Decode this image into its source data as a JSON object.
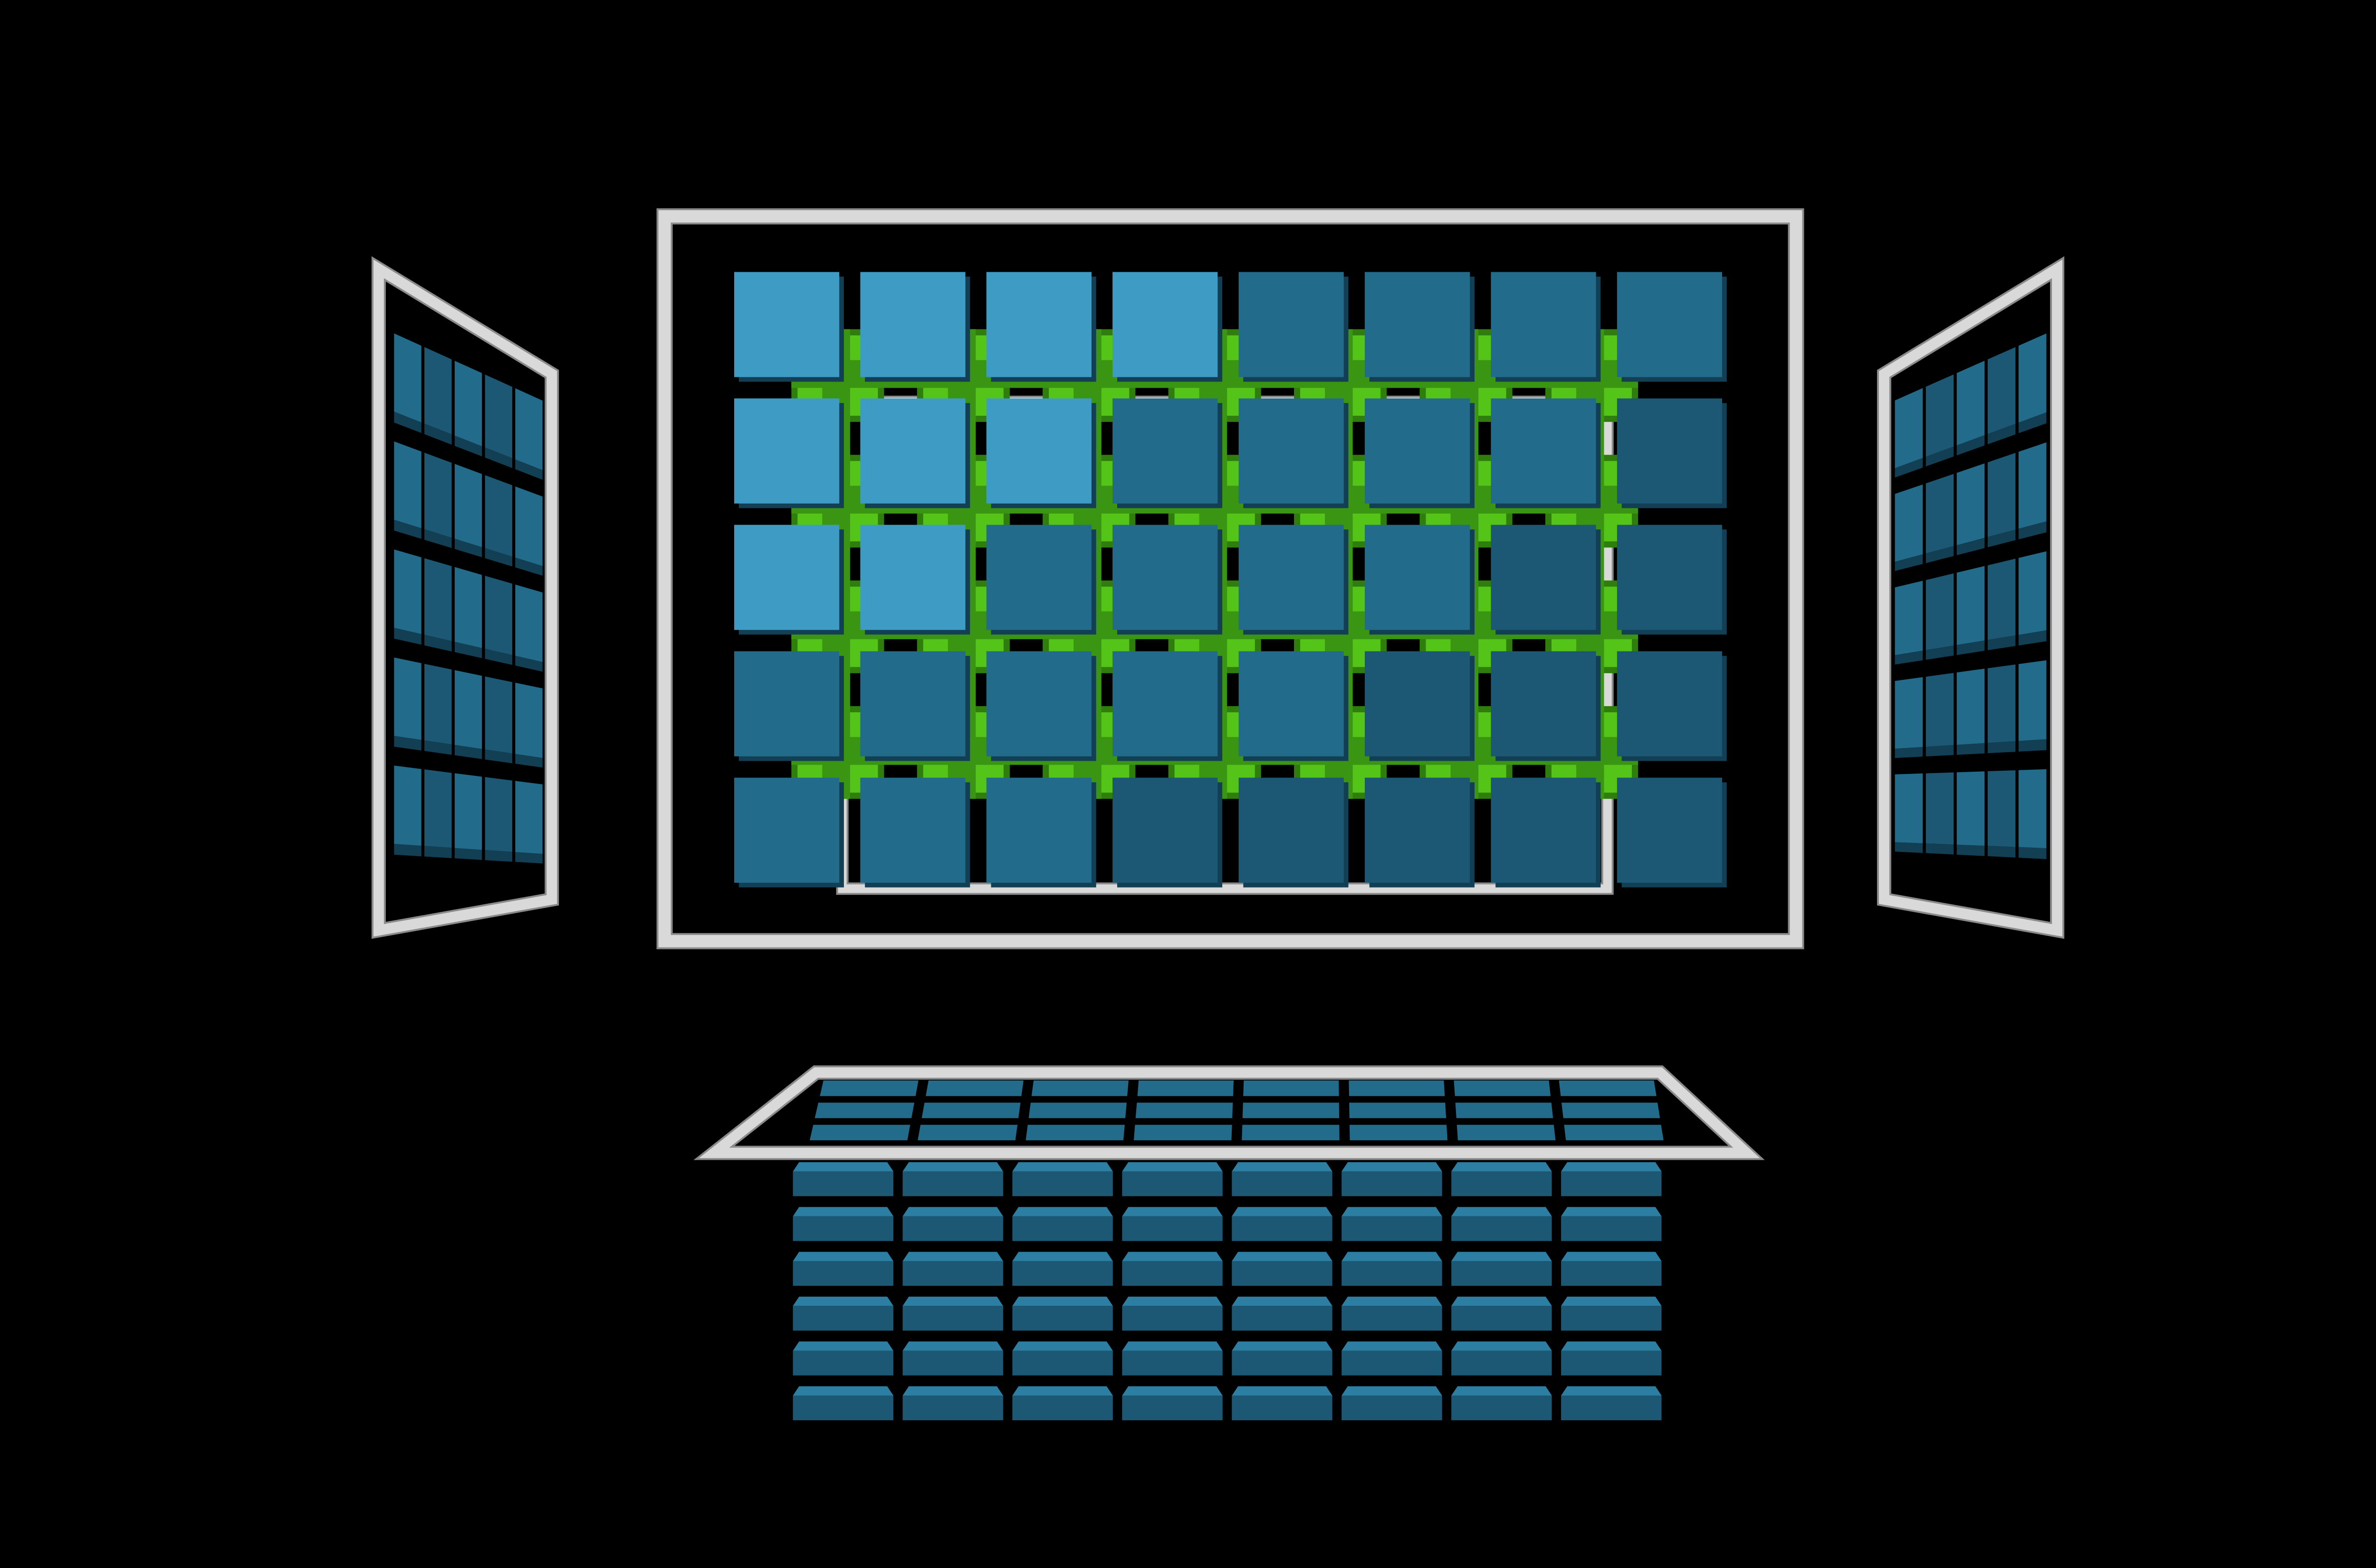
{
  "colors": {
    "background": "#000000",
    "frame": "#d9d9d9",
    "frame_shadow": "#8a8a8a",
    "cube_face_light": "#3e9cc4",
    "cube_face": "#236b8b",
    "cube_face_dark": "#1c5773",
    "cube_side": "#133f55",
    "cube_top": "#2d7ea3",
    "green": "#55c419",
    "green_dark": "#2f7d0c",
    "green_side": "#3a9612"
  },
  "icons": {
    "front": "front-view-icon",
    "left": "left-side-view-icon",
    "right": "right-side-view-icon",
    "bottom": "bottom-view-icon"
  },
  "views": {
    "front": {
      "rows": 5,
      "cols": 8,
      "inner_rows": 4,
      "inner_cols": 7
    },
    "left": {
      "rows": 5,
      "cols": 5
    },
    "right": {
      "rows": 5,
      "cols": 5
    },
    "bottom": {
      "rows": 6,
      "cols": 8
    }
  }
}
